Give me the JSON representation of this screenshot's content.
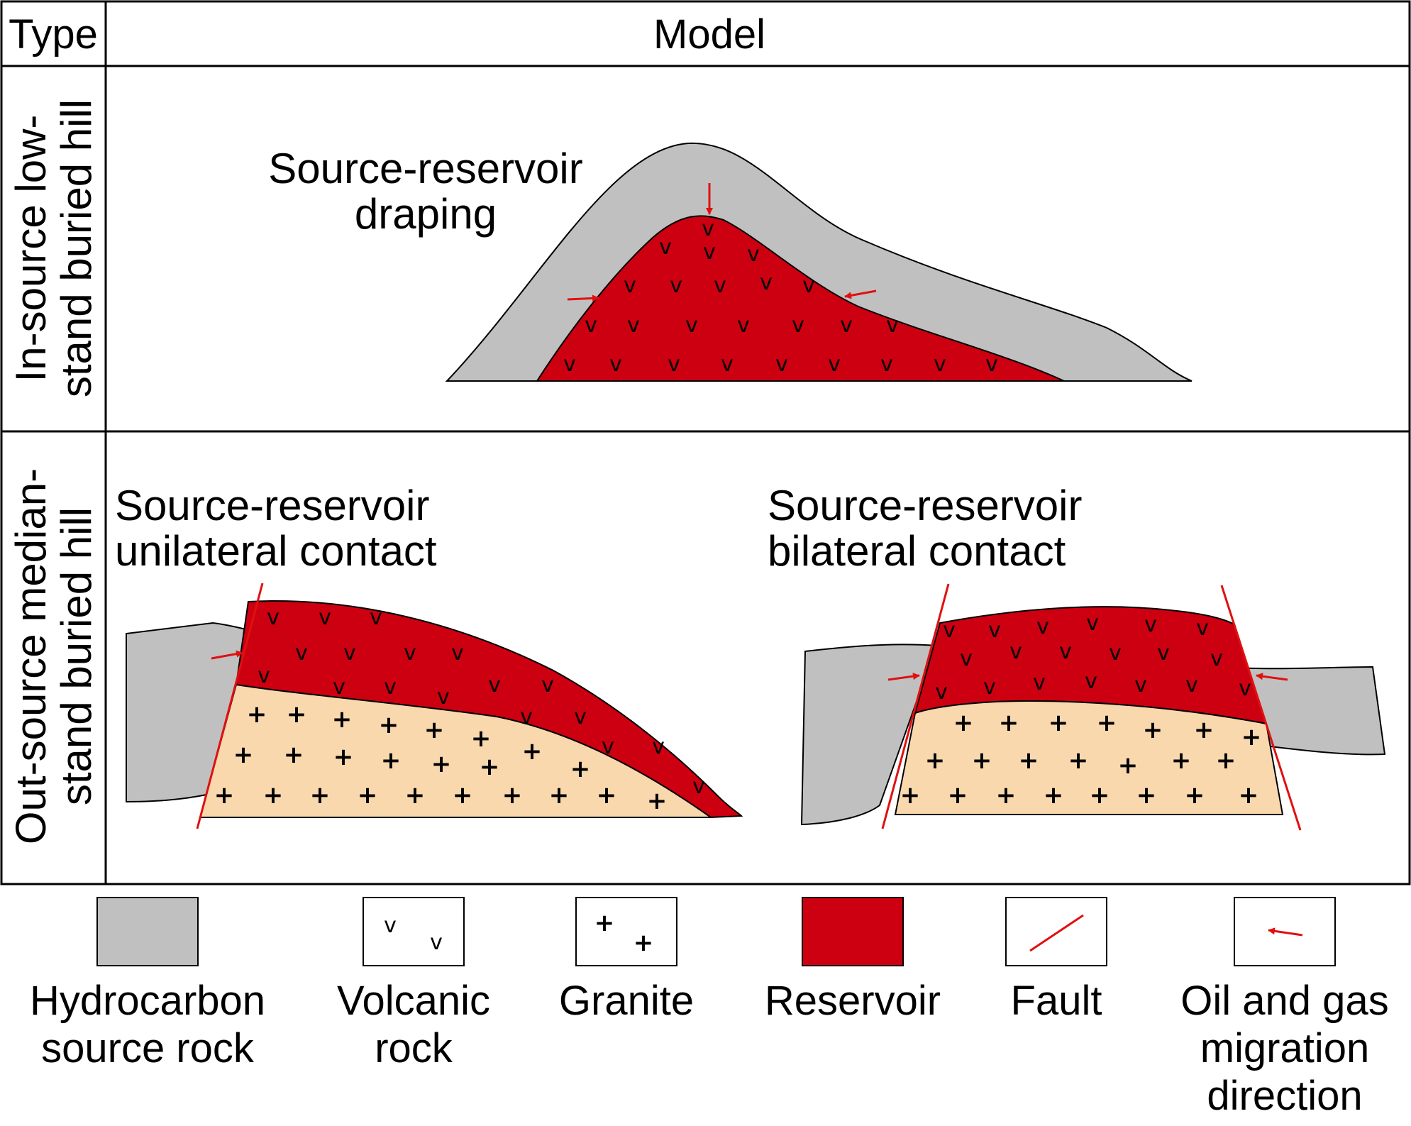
{
  "header": {
    "type_label": "Type",
    "model_label": "Model"
  },
  "rows": [
    {
      "type_lines": [
        "In-source low-",
        "stand buried hill"
      ]
    },
    {
      "type_lines": [
        "Out-source median-",
        "stand buried hill"
      ]
    }
  ],
  "models": {
    "draping": {
      "lines": [
        "Source-reservoir",
        "draping"
      ]
    },
    "unilateral": {
      "lines": [
        "Source-reservoir",
        "unilateral contact"
      ]
    },
    "bilateral": {
      "lines": [
        "Source-reservoir",
        "bilateral contact"
      ]
    }
  },
  "symbols": {
    "volcanic": "v",
    "granite": "+"
  },
  "colors": {
    "source_rock": "#c0c0c0",
    "reservoir": "#cc0010",
    "granite": "#f9d8ae",
    "fault": "#e01010",
    "migration_arrow": "#e01010",
    "frame": "#000000"
  },
  "legend": [
    {
      "id": "source-rock",
      "lines": [
        "Hydrocarbon",
        "source rock"
      ]
    },
    {
      "id": "volcanic-rock",
      "lines": [
        "Volcanic",
        "rock"
      ]
    },
    {
      "id": "granite",
      "lines": [
        "Granite"
      ]
    },
    {
      "id": "reservoir",
      "lines": [
        "Reservoir"
      ]
    },
    {
      "id": "fault",
      "lines": [
        "Fault"
      ]
    },
    {
      "id": "migration",
      "lines": [
        "Oil and gas",
        "migration",
        "direction"
      ]
    }
  ]
}
